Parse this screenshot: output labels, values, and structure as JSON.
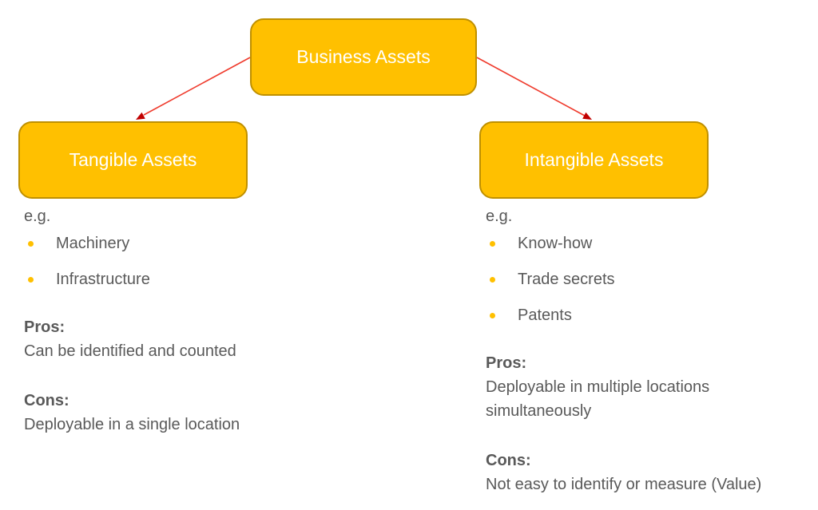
{
  "diagram": {
    "root_label": "Business Assets",
    "branches": [
      {
        "label": "Tangible Assets",
        "eg_label": "e.g.",
        "examples": [
          "Machinery",
          "Infrastructure"
        ],
        "pros_label": "Pros:",
        "pros_text": "Can be identified and counted",
        "cons_label": "Cons:",
        "cons_text": "Deployable in a single location"
      },
      {
        "label": "Intangible Assets",
        "eg_label": "e.g.",
        "examples": [
          "Know-how",
          "Trade secrets",
          "Patents"
        ],
        "pros_label": "Pros:",
        "pros_text": "Deployable in multiple locations simultaneously",
        "cons_label": "Cons:",
        "cons_text": "Not easy to identify or measure (Value)"
      }
    ]
  },
  "colors": {
    "box_fill": "#FFC000",
    "box_border": "#BF9000",
    "box_text": "#FFFFFF",
    "body_text": "#595959",
    "bullet": "#FFC000",
    "arrow_line": "#EF3B2D",
    "arrow_head": "#C00000",
    "page_bg": "#FFFFFF"
  }
}
